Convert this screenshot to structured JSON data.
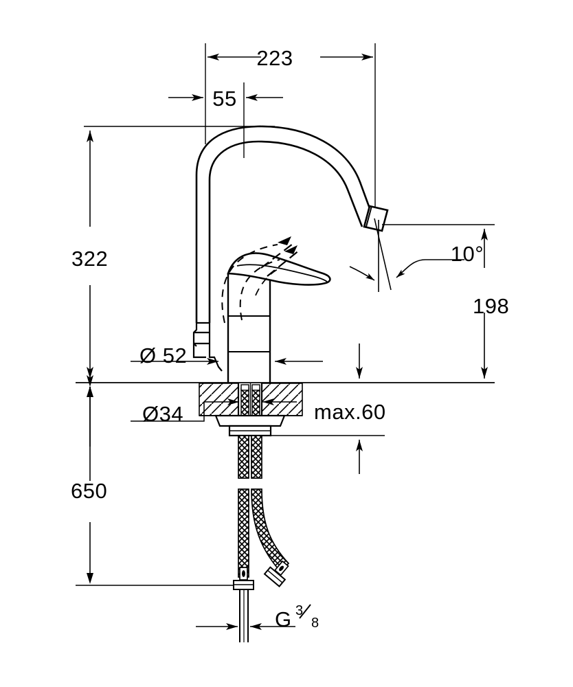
{
  "drawing": {
    "type": "technical-dimension-drawing",
    "subject": "single-lever kitchen sink mixer tap with C-shaped swivel spout",
    "units": "mm",
    "line_color": "#000000",
    "background_color": "#ffffff"
  },
  "dimensions": {
    "spout_reach_total": "223",
    "spout_offset": "55",
    "overall_height_above_counter": "322",
    "spout_outlet_height": "198",
    "outlet_angle": "10°",
    "base_diameter": "Ø 52",
    "hole_diameter": "Ø34",
    "max_worktop_thickness": "max.60",
    "hose_length_below_counter": "650",
    "connection_thread_label": "G",
    "connection_thread_numerator": "3",
    "connection_thread_denominator": "8"
  },
  "labels": {
    "dim_223": "223",
    "dim_55": "55",
    "dim_322": "322",
    "dim_198": "198",
    "dim_angle": "10°",
    "dim_d52": "Ø 52",
    "dim_d34": "Ø34",
    "dim_max60": "max.60",
    "dim_650": "650",
    "thread_g": "G",
    "thread_num": "3",
    "thread_den": "8"
  }
}
